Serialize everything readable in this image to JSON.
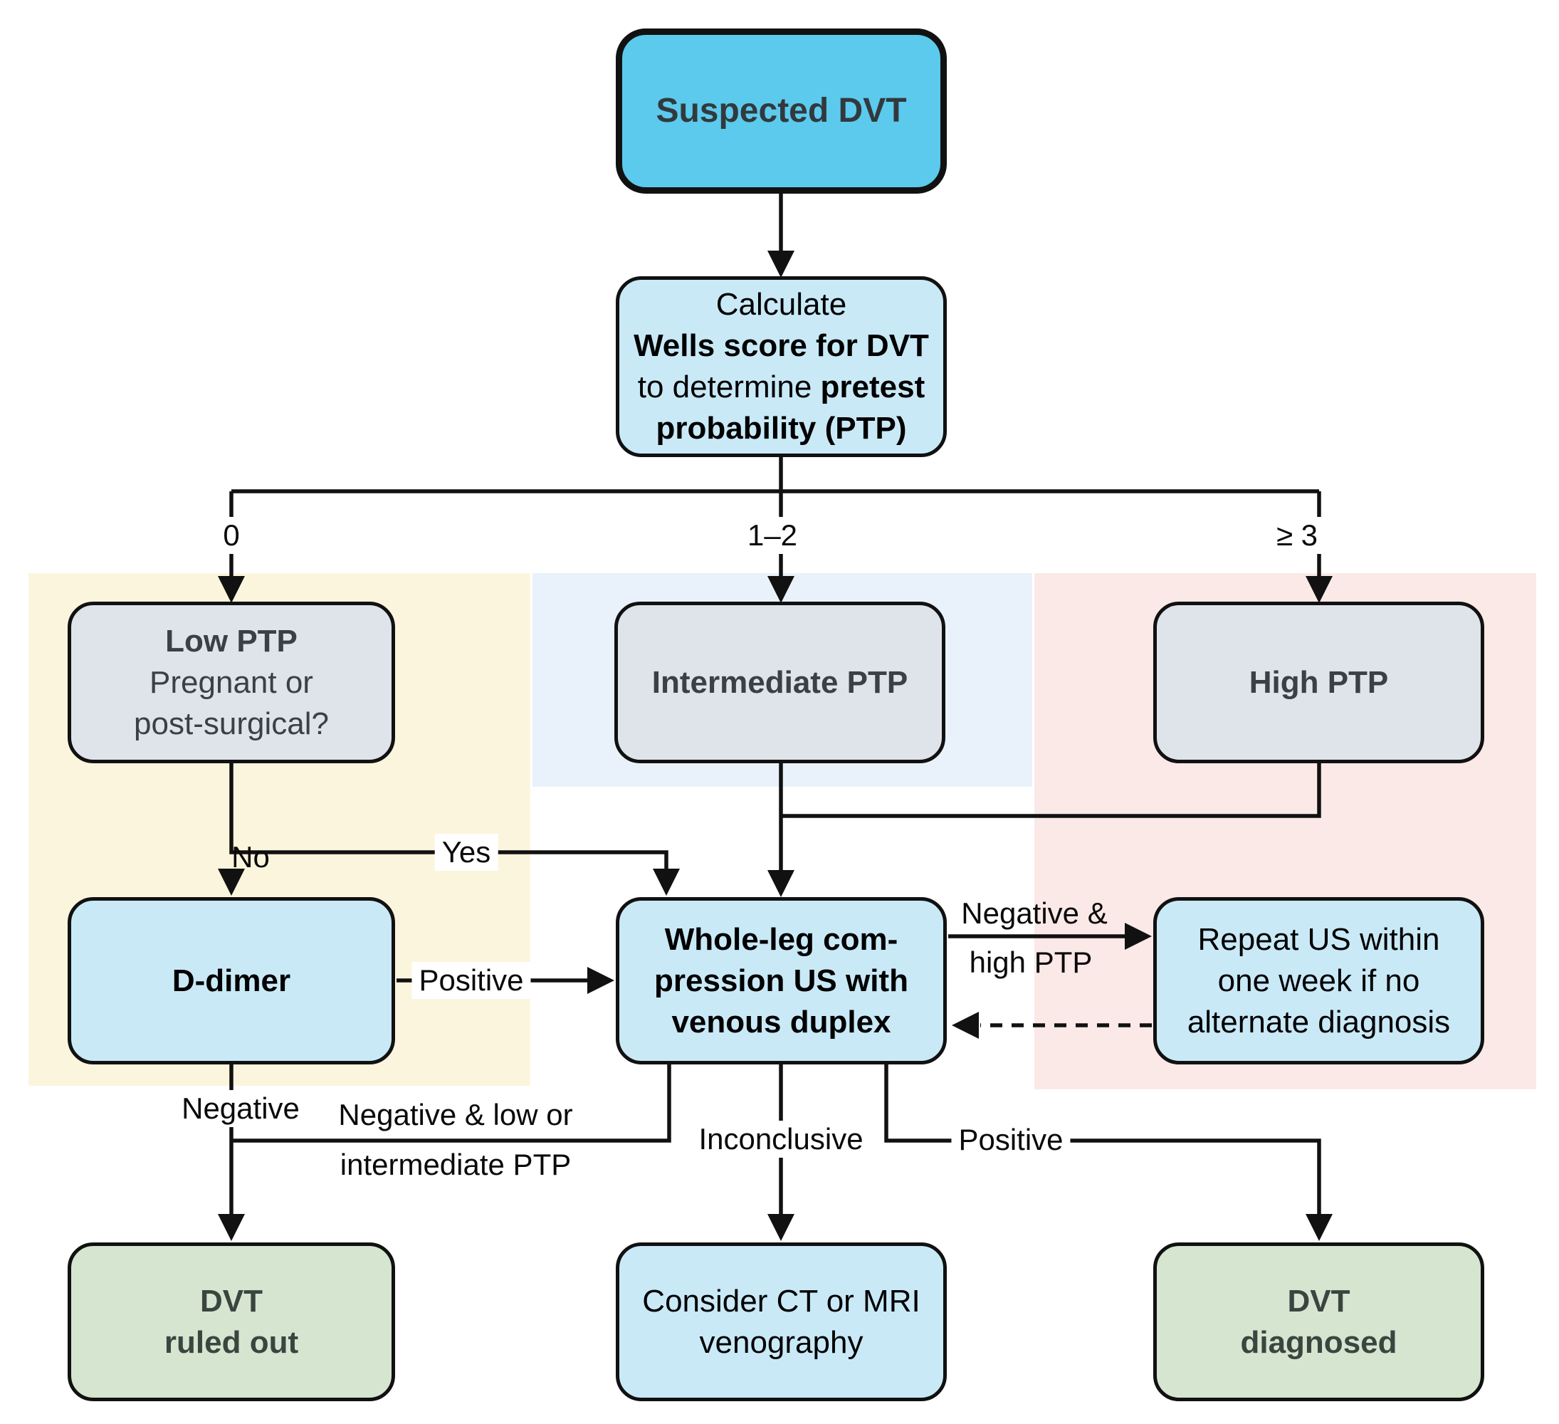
{
  "colors": {
    "node_cyan": "#5BCAEC",
    "node_light_blue": "#C9E9F7",
    "node_gray": "#DFE3EA",
    "node_green": "#D5E5D0",
    "region_yellow": "#FCF5DD",
    "region_blue": "#E9F2FA",
    "region_pink": "#FBE9E7",
    "line_black": "#111111"
  },
  "nodes": {
    "suspected": {
      "title": "Suspected DVT"
    },
    "wells": {
      "l1": "Calculate",
      "l2": "Wells score for DVT",
      "l3a": "to determine ",
      "l3b": "pretest",
      "l4": "probability (PTP)"
    },
    "low_ptp": {
      "title": "Low PTP",
      "sub1": "Pregnant or",
      "sub2": "post-surgical?"
    },
    "intermediate_ptp": {
      "title": "Intermediate PTP"
    },
    "high_ptp": {
      "title": "High PTP"
    },
    "d_dimer": {
      "title": "D-dimer"
    },
    "us": {
      "l1": "Whole-leg com-",
      "l2": "pression US with",
      "l3": "venous duplex"
    },
    "repeat_us": {
      "l1": "Repeat US within",
      "l2": "one week if no",
      "l3": "alternate diagnosis"
    },
    "ruled_out": {
      "l1": "DVT",
      "l2": "ruled out"
    },
    "venography": {
      "l1": "Consider CT or MRI",
      "l2": "venography"
    },
    "diagnosed": {
      "l1": "DVT",
      "l2": "diagnosed"
    }
  },
  "edge_labels": {
    "score_0": "0",
    "score_1_2": "1–2",
    "score_ge_3": "≥ 3",
    "yes": "Yes",
    "no": "No",
    "ddimer_positive": "Positive",
    "ddimer_negative": "Negative",
    "us_negative_low_1": "Negative & low or",
    "us_negative_low_2": "intermediate PTP",
    "us_inconclusive": "Inconclusive",
    "us_positive": "Positive",
    "us_negative_high_1": "Negative &",
    "us_negative_high_2": "high PTP"
  }
}
